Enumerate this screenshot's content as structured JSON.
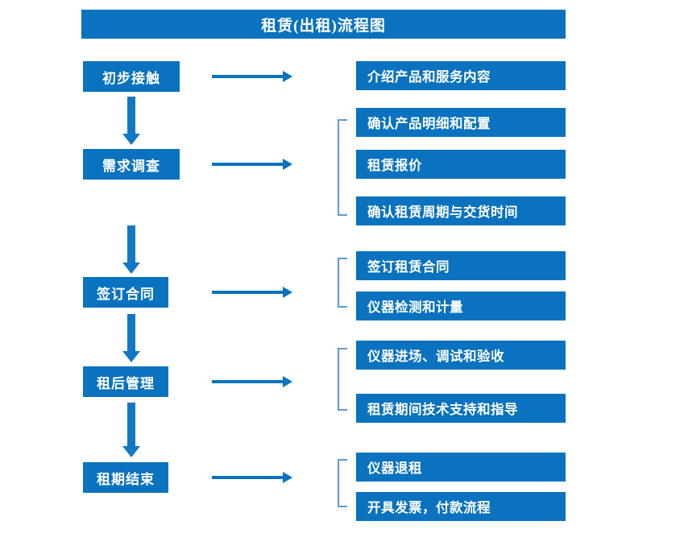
{
  "chart_data": {
    "type": "diagram",
    "title": "租赁(出租)流程图",
    "diagram_kind": "flowchart",
    "orientation": "vertical-with-branches",
    "stages": [
      {
        "label": "初步接触",
        "details": [
          "介绍产品和服务内容"
        ],
        "bracketed": false
      },
      {
        "label": "需求调查",
        "details": [
          "确认产品明细和配置",
          "租赁报价",
          "确认租赁周期与交货时间"
        ],
        "bracketed": true
      },
      {
        "label": "签订合同",
        "details": [
          "签订租赁合同",
          "仪器检测和计量"
        ],
        "bracketed": true
      },
      {
        "label": "租后管理",
        "details": [
          "仪器进场、调试和验收",
          "租赁期间技术支持和指导"
        ],
        "bracketed": true
      },
      {
        "label": "租期结束",
        "details": [
          "仪器退租",
          "开具发票，付款流程"
        ],
        "bracketed": true
      }
    ]
  },
  "title": "租赁(出租)流程图",
  "stages": [
    {
      "label": "初步接触"
    },
    {
      "label": "需求调查"
    },
    {
      "label": "签订合同"
    },
    {
      "label": "租后管理"
    },
    {
      "label": "租期结束"
    }
  ],
  "details": [
    {
      "label": "介绍产品和服务内容"
    },
    {
      "label": "确认产品明细和配置"
    },
    {
      "label": "租赁报价"
    },
    {
      "label": "确认租赁周期与交货时间"
    },
    {
      "label": "签订租赁合同"
    },
    {
      "label": "仪器检测和计量"
    },
    {
      "label": "仪器进场、调试和验收"
    },
    {
      "label": "租赁期间技术支持和指导"
    },
    {
      "label": "仪器退租"
    },
    {
      "label": "开具发票，付款流程"
    }
  ],
  "colors": {
    "box_fill": "#0a72bf",
    "box_text": "#ffffff",
    "arrow": "#1277c4",
    "bracket": "#5b9bd5",
    "background": "#ffffff"
  }
}
